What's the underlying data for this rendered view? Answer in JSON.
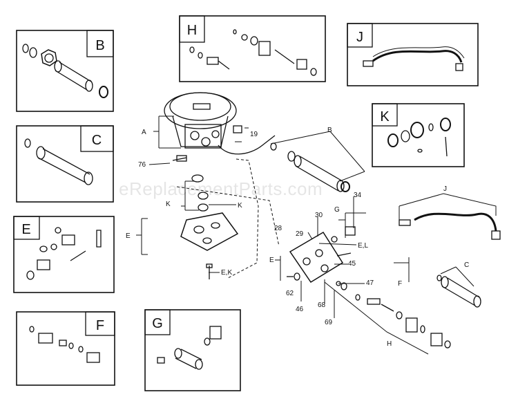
{
  "watermark": "eReplacementParts.com",
  "insets": {
    "B": "B",
    "C": "C",
    "E": "E",
    "F": "F",
    "G": "G",
    "H": "H",
    "J": "J",
    "K": "K"
  },
  "callouts": {
    "A": "A",
    "B": "B",
    "C": "C",
    "E_left": "E",
    "E_right": "E",
    "F": "F",
    "G": "G",
    "H": "H",
    "J": "J",
    "K_upper": "K",
    "K_right": "K",
    "EK": "E,K",
    "EL": "E,L",
    "p19": "19",
    "p76": "76",
    "p34": "34",
    "p30": "30",
    "p29": "29",
    "p28": "28",
    "p45": "45",
    "p47": "47",
    "p62": "62",
    "p46": "46",
    "p68": "68",
    "p69": "69"
  },
  "colors": {
    "line": "#111111",
    "watermark": "#cccccc"
  }
}
